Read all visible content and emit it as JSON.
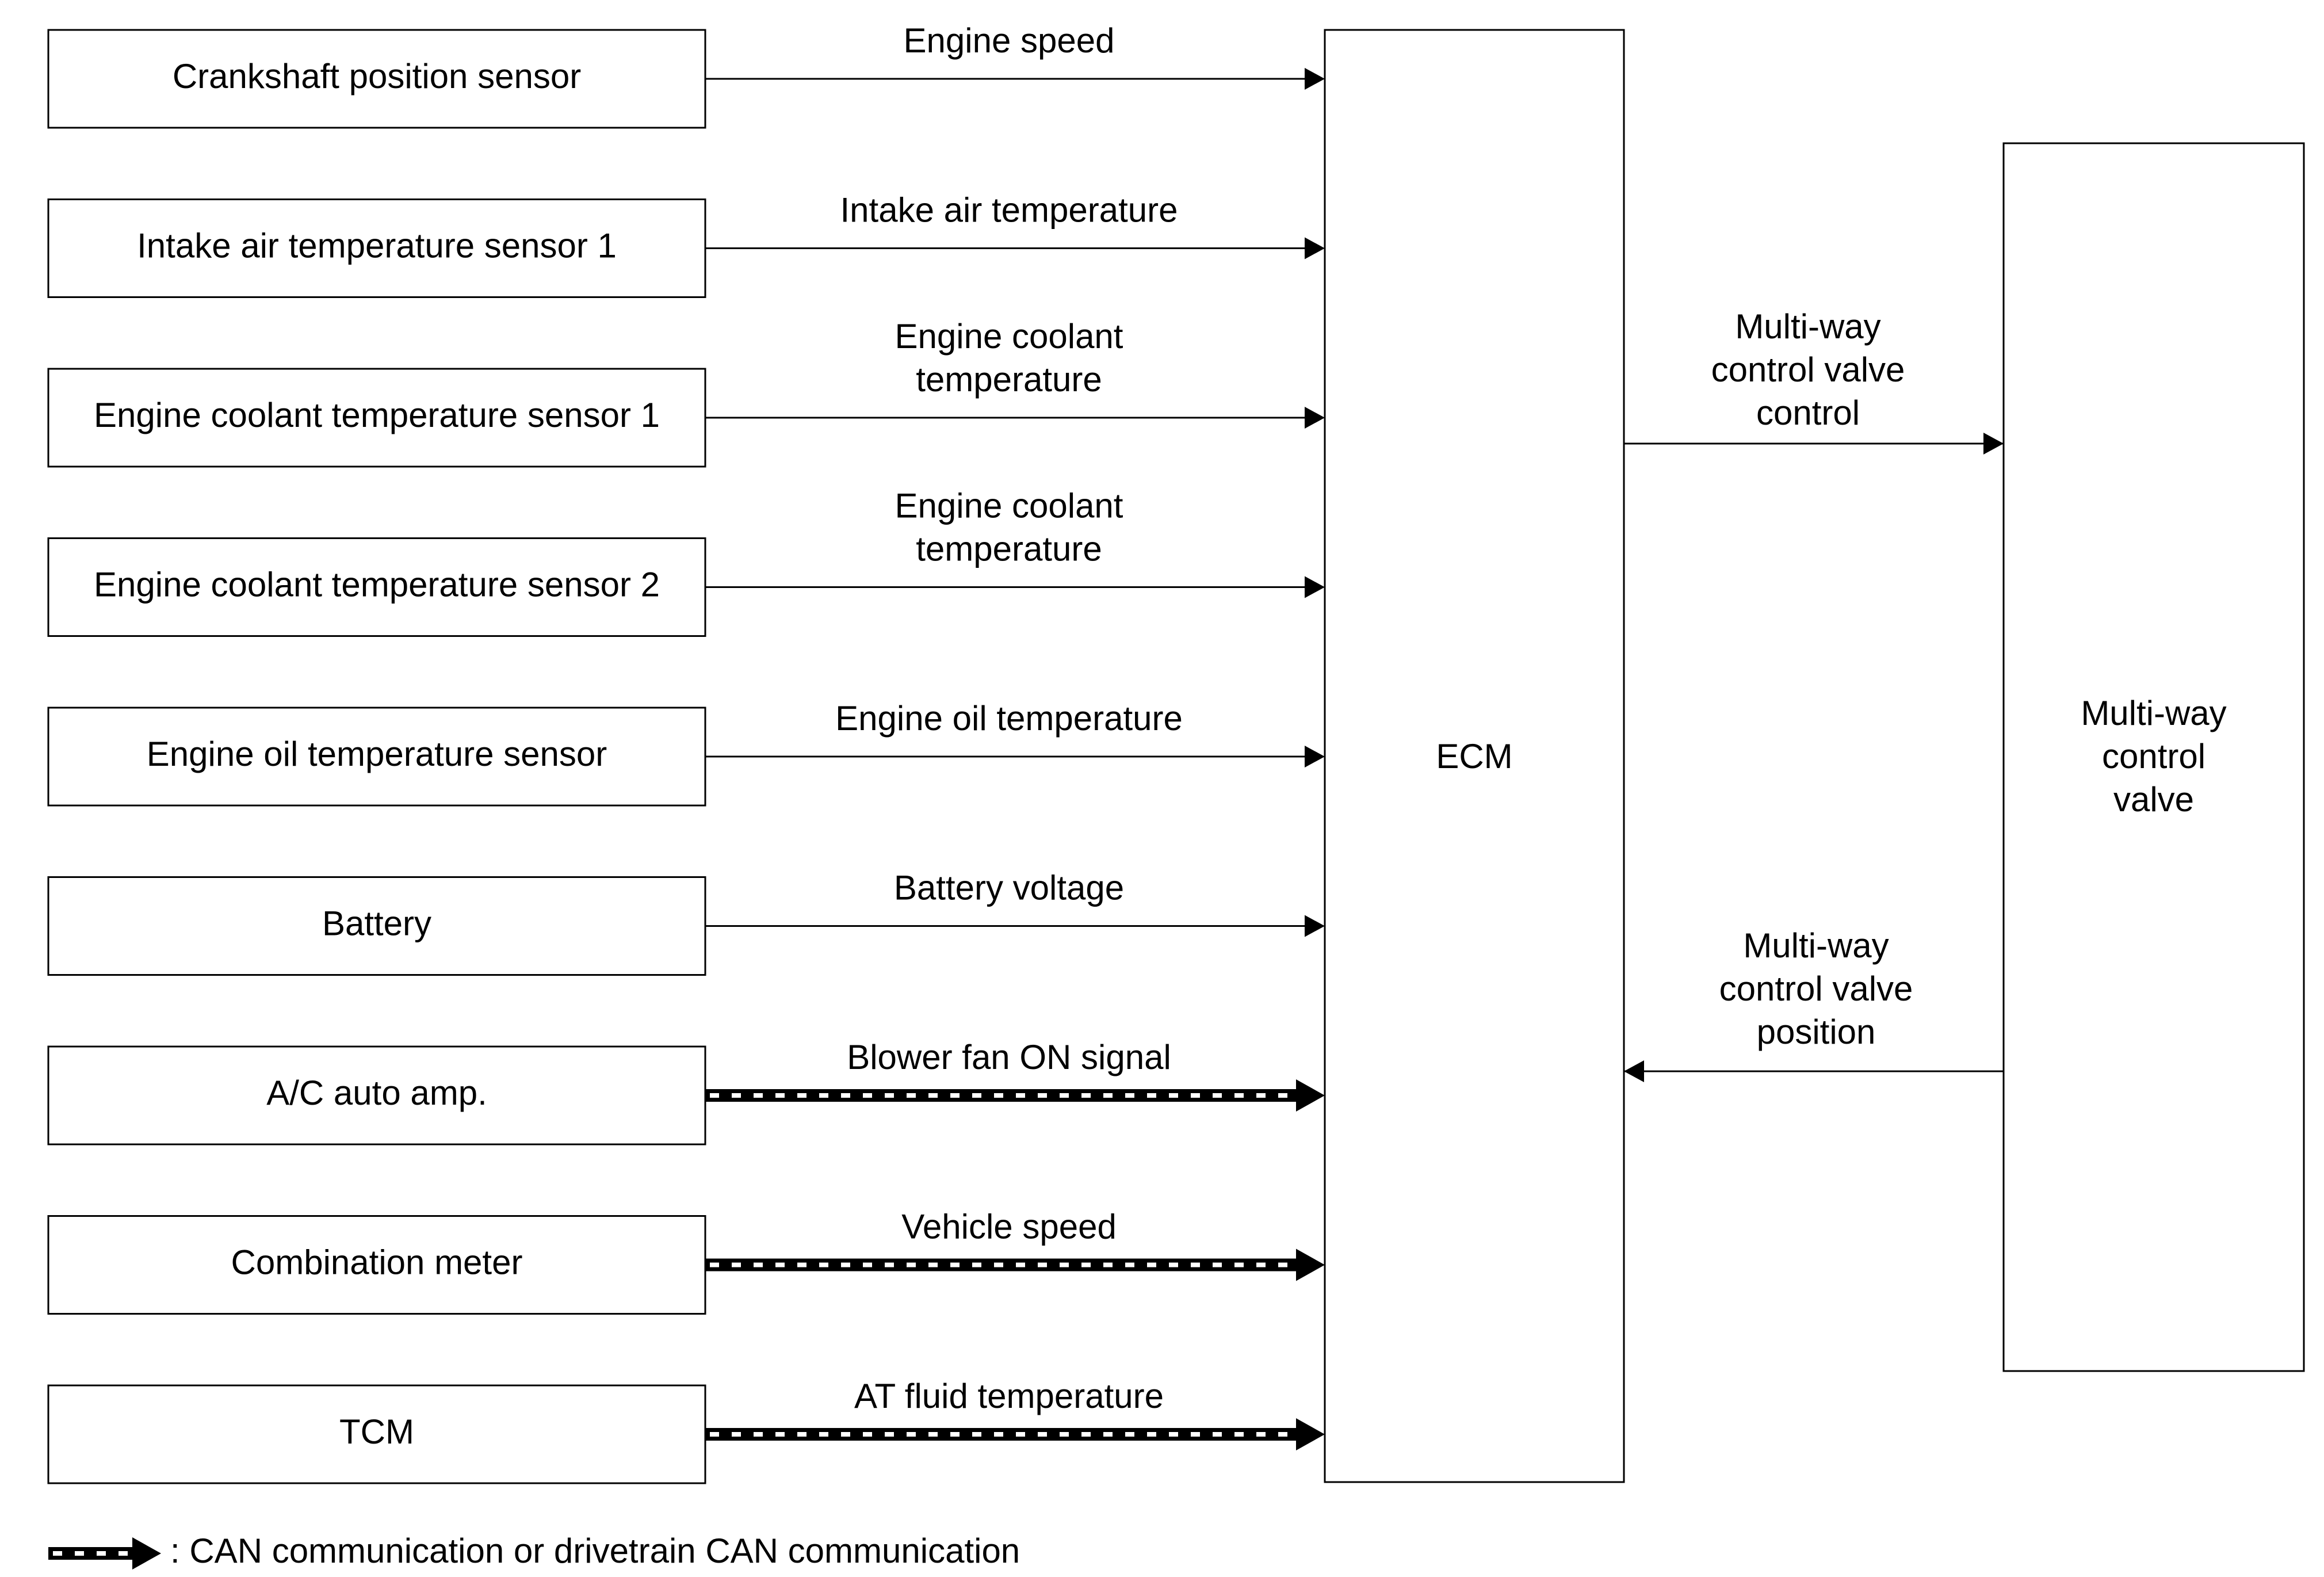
{
  "inputs": [
    {
      "box": "Crankshaft position sensor",
      "signal": [
        "Engine speed"
      ],
      "can": false
    },
    {
      "box": "Intake air temperature sensor 1",
      "signal": [
        "Intake air temperature"
      ],
      "can": false
    },
    {
      "box": "Engine coolant temperature sensor 1",
      "signal": [
        "Engine coolant",
        "temperature"
      ],
      "can": false
    },
    {
      "box": "Engine coolant temperature sensor 2",
      "signal": [
        "Engine coolant",
        "temperature"
      ],
      "can": false
    },
    {
      "box": "Engine oil temperature sensor",
      "signal": [
        "Engine oil temperature"
      ],
      "can": false
    },
    {
      "box": "Battery",
      "signal": [
        "Battery voltage"
      ],
      "can": false
    },
    {
      "box": "A/C auto amp.",
      "signal": [
        "Blower fan ON signal"
      ],
      "can": true
    },
    {
      "box": "Combination meter",
      "signal": [
        "Vehicle speed"
      ],
      "can": true
    },
    {
      "box": "TCM",
      "signal": [
        "AT fluid temperature"
      ],
      "can": true
    }
  ],
  "ecm": {
    "label": "ECM"
  },
  "valve": {
    "label": [
      "Multi-way",
      "control",
      "valve"
    ]
  },
  "valve_control_signal": [
    "Multi-way",
    "control valve",
    "control"
  ],
  "valve_position_signal": [
    "Multi-way",
    "control valve",
    "position"
  ],
  "legend": {
    "text": ": CAN communication or drivetrain CAN communication"
  },
  "colors": {
    "line": "#000000",
    "background": "#ffffff",
    "can_dash": "#ffffff"
  }
}
